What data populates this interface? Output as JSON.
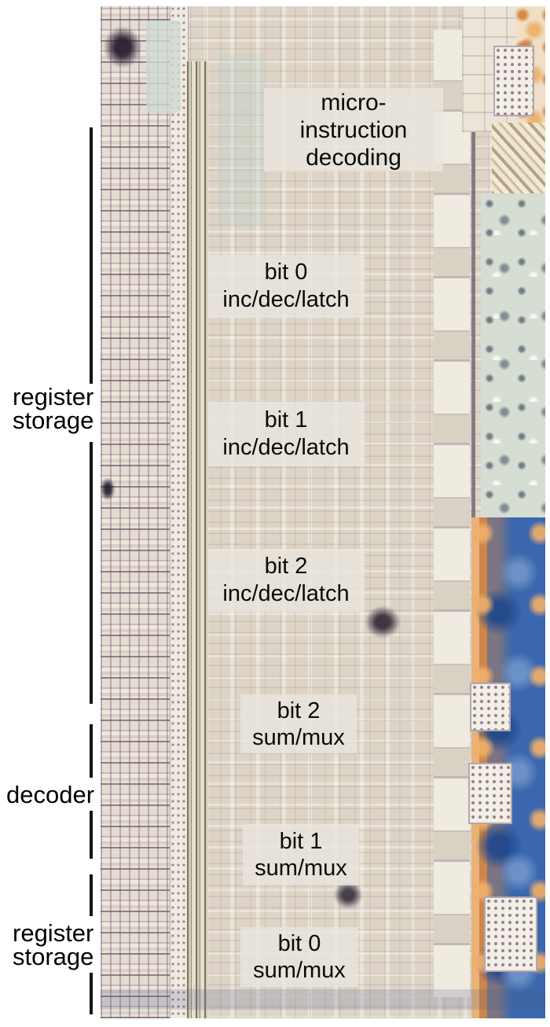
{
  "figure": {
    "description": "Annotated microscope die photo of a chip section",
    "side_labels": [
      {
        "line1": "register",
        "line2": "storage"
      },
      {
        "line1": "decoder",
        "line2": ""
      },
      {
        "line1": "register",
        "line2": "storage"
      }
    ],
    "block_labels": [
      {
        "line1": "micro-",
        "line2": "instruction",
        "line3": "decoding"
      },
      {
        "line1": "bit 0",
        "line2": "inc/dec/latch"
      },
      {
        "line1": "bit 1",
        "line2": "inc/dec/latch"
      },
      {
        "line1": "bit 2",
        "line2": "inc/dec/latch"
      },
      {
        "line1": "bit 2",
        "line2": "sum/mux"
      },
      {
        "line1": "bit 1",
        "line2": "sum/mux"
      },
      {
        "line1": "bit 0",
        "line2": "sum/mux"
      }
    ],
    "colors": {
      "die_base_beige": "#ddd4c6",
      "trace_outline": "#8b7b85",
      "label_box_bg": "rgba(233,229,221,0.82)",
      "label_text": "#0a0a0a",
      "bracket_line": "#141414",
      "edge_blue": "#3a67ad",
      "edge_orange_fringe": "#e9b279",
      "edge_mint": "#d6ddd3",
      "bond_pad": "#f3efe6"
    }
  }
}
